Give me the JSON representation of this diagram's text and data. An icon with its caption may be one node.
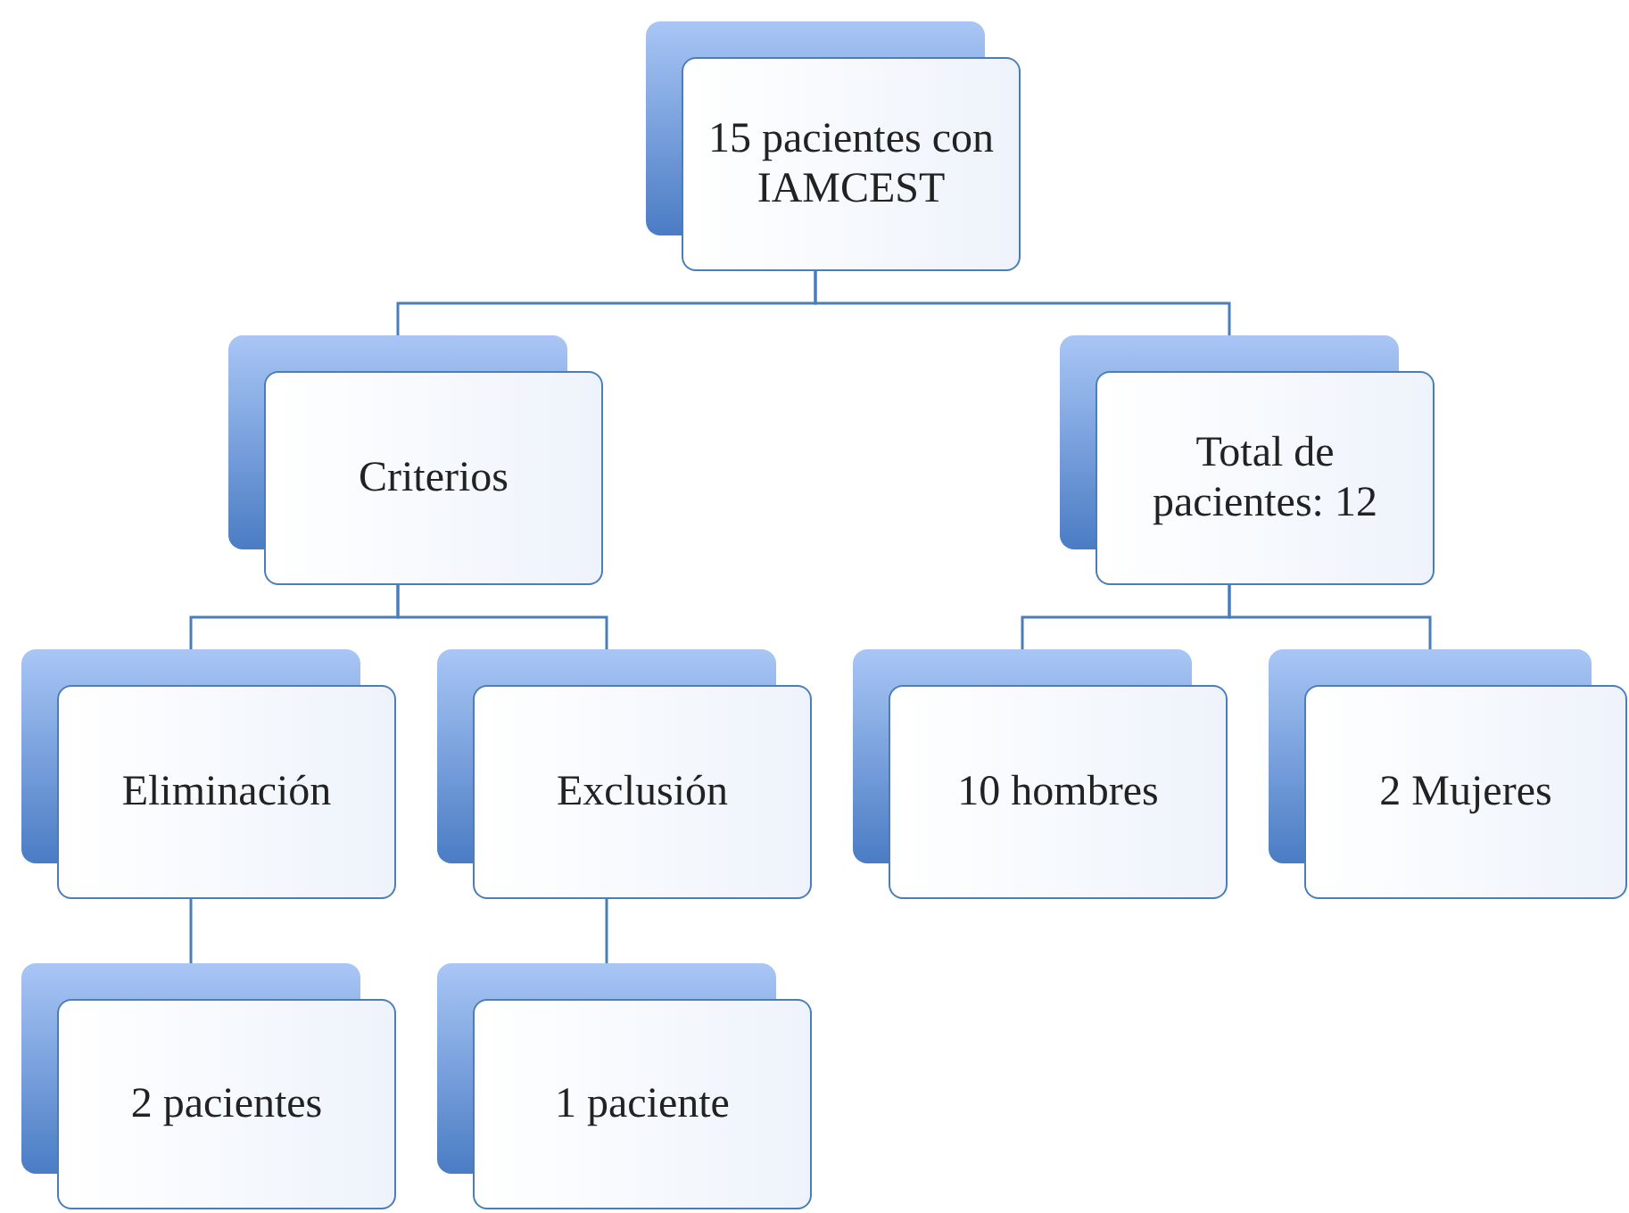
{
  "diagram": {
    "nodes": [
      {
        "text": [
          "15 pacientes con IAMCEST"
        ]
      },
      {
        "text": [
          "Criterios"
        ]
      },
      {
        "text": [
          "Total de pacientes: 12"
        ]
      },
      {
        "text": [
          "Eliminación"
        ]
      },
      {
        "text": [
          "Exclusión"
        ]
      },
      {
        "text": [
          "10 hombres"
        ]
      },
      {
        "text": [
          "2 Mujeres"
        ]
      },
      {
        "text": [
          "2 pacientes"
        ]
      },
      {
        "text": [
          "1 paciente"
        ]
      }
    ],
    "edges": [
      {
        "from": 0,
        "to": 1,
        "arrow": "none"
      },
      {
        "from": 0,
        "to": 2,
        "arrow": "none"
      },
      {
        "from": 1,
        "to": 3,
        "arrow": "none"
      },
      {
        "from": 1,
        "to": 4,
        "arrow": "none"
      },
      {
        "from": 2,
        "to": 5,
        "arrow": "none"
      },
      {
        "from": 2,
        "to": 6,
        "arrow": "none"
      },
      {
        "from": 3,
        "to": 7,
        "arrow": "none"
      },
      {
        "from": 4,
        "to": 8,
        "arrow": "none"
      }
    ]
  }
}
